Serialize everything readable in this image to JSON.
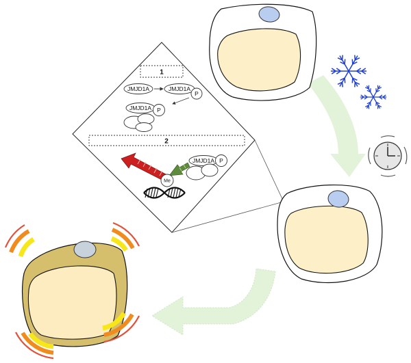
{
  "process": {
    "box1_number": "1",
    "box2_number": "2",
    "protein_name": "JMJD1A",
    "phospho_label": "P",
    "methyl_label": "Me"
  },
  "colors": {
    "cell_fill": "#fdf0c8",
    "cytoplasm_fill": "#ffffff",
    "nucleus_blue": "#b8cdf0",
    "heated_cytoplasm": "#d6bf6c",
    "heated_nucleus_blue": "#c8d2dc",
    "flow_arrow": "#e3f3d9",
    "snowflake": "#1f3fd6",
    "heat_red": "#e3503a",
    "heat_orange": "#f08c1e",
    "heat_yellow": "#f7e619",
    "red_arrow": "#cc1f1f",
    "green_arrow": "#5f8c3c"
  },
  "icons": [
    "snowflake-icon",
    "snowflake-icon",
    "clock-icon",
    "heat-wave-icon",
    "dna-icon"
  ]
}
